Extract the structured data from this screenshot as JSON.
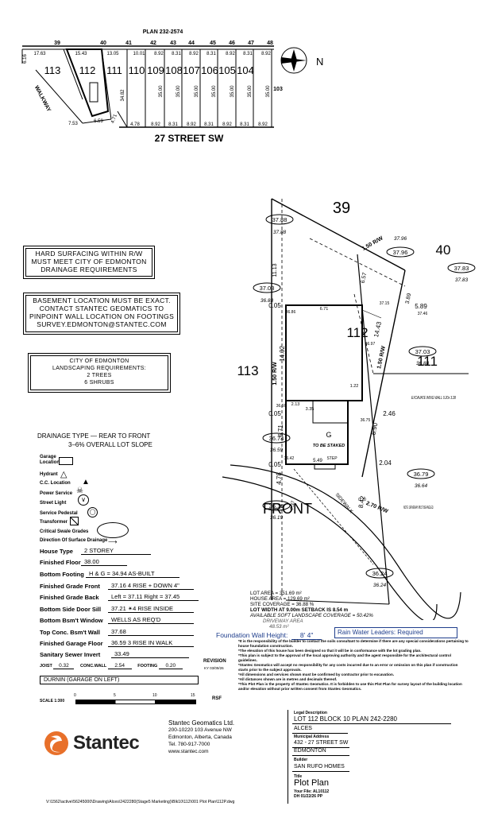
{
  "key_map": {
    "plan": "PLAN 232-2574",
    "top_lots": [
      "39",
      "40",
      "41",
      "42",
      "43",
      "44",
      "45",
      "46",
      "47",
      "48"
    ],
    "top_dims": [
      "17.63",
      "15.43",
      "13.05",
      "10.01",
      "8.92",
      "8.31",
      "8.92",
      "8.31",
      "8.92",
      "8.31",
      "8.92"
    ],
    "lots": [
      "113",
      "112",
      "111",
      "110",
      "109",
      "108",
      "107",
      "106",
      "105",
      "104"
    ],
    "lot_103": "103",
    "side_dims": [
      "6.16",
      "34.82",
      "35.00",
      "35.00",
      "35.00",
      "35.00",
      "35.00",
      "35.00",
      "35.00"
    ],
    "bottom_dims": [
      "7.53",
      "6.59",
      "4.71",
      "4.78",
      "8.92",
      "8.31",
      "8.92",
      "8.31",
      "8.92",
      "8.31",
      "8.92"
    ],
    "walkway": "WALKWAY",
    "street": "27 STREET SW",
    "north": "N"
  },
  "notes": {
    "hard_surfacing": [
      "HARD SURFACING WITHIN R/W",
      "MUST MEET CITY OF EDMONTON",
      "DRAINAGE REQUIREMENTS"
    ],
    "basement": [
      "BASEMENT LOCATION MUST BE EXACT.",
      "CONTACT STANTEC GEOMATICS TO",
      "PINPOINT WALL LOCATION ON FOOTINGS",
      "SURVEY.EDMONTON@STANTEC.COM"
    ],
    "landscaping": [
      "CITY OF EDMONTON",
      "LANDSCAPING REQUIREMENTS:",
      "2 TREES",
      "6 SHRUBS"
    ]
  },
  "drainage": {
    "title": "DRAINAGE TYPE — REAR TO FRONT",
    "subtitle": "3–6% OVERALL LOT SLOPE"
  },
  "legend": [
    "Garage Location",
    "Hydrant",
    "C.C. Location",
    "Power Service",
    "Street Light",
    "Service Pedestal",
    "Transformer",
    "Critical Swale Grades",
    "Direction Of Surface Drainage"
  ],
  "house_data": [
    {
      "k": "House Type",
      "v": "2 STOREY"
    },
    {
      "k": "Finished Floor",
      "v": "38.00"
    },
    {
      "k": "Bottom Footing",
      "v": "H & G = 34.94  AS-BUILT"
    },
    {
      "k": "Finished Grade Front",
      "v": "37.16   4 RISE + DOWN 4\""
    },
    {
      "k": "Finished Grade Back",
      "v": "Left = 37.11  Right = 37.45"
    },
    {
      "k": "Bottom  Side  Door Sill",
      "v": "37.21 ✴4 RISE INSIDE"
    },
    {
      "k": "Bottom Bsm't Window",
      "v": "WELLS AS REQ'D"
    },
    {
      "k": "Top Conc. Bsm't Wall",
      "v": "37.68"
    },
    {
      "k": "Finished   Garage Floor",
      "v": "36.59   3 RISE IN WALK"
    },
    {
      "k": "Sanitary Sewer Invert",
      "v": "33.49"
    }
  ],
  "joist": {
    "joist_label": "JOIST",
    "joist": "0.32",
    "wall_label": "CONC.WALL",
    "wall": "2.54",
    "footing_label": "FOOTING",
    "footing": "0.20"
  },
  "garage_note": "DURNIN (GARAGE ON LEFT)",
  "scale": {
    "label": "SCALE  1:300",
    "ticks": [
      "0",
      "5",
      "10",
      "15"
    ]
  },
  "revision": {
    "label": "REVISION",
    "value": "KY 03/09/26"
  },
  "rsf": "RSF",
  "foundation": {
    "label": "Foundation Wall Height:",
    "value": "8'  4\""
  },
  "rain_water": "Rain Water Leaders: Required",
  "disclaimers": [
    "*It is the responsibility of the builder to contact the soils consultant to determine if there are any special considerations pertaining to house foundation construction.",
    "*The elevation of this house has been designed so that it will be in conformance with the lot grading plan.",
    "*This plan is subject to the approval of the local approving authority and the agent responsible for the architectural control guidelines.",
    "*Stantec Geomatics will accept no responsibility for any costs incurred due to an error or omission on this plan if construction starts prior to the subject approvals.",
    "*All dimensions and services shown must be confirmed by contractor prior to excavation.",
    "*All distances shown are in metres and decimals thereof.",
    "*This Plot Plan is the property of Stantec Geomatics. It is forbidden to use this Plot Plan for survey layout of the building location and/or elevation without prior written consent from Stantec Geomatics."
  ],
  "company": {
    "name": "Stantec Geomatics Ltd.",
    "addr1": "200-10220 103 Avenue NW",
    "addr2": "Edmonton, Alberta, Canada",
    "tel": "Tel.   780-917-7000",
    "web": "www.stantec.com",
    "logo": "Stantec"
  },
  "title_block": {
    "legal_label": "Legal Description",
    "legal": "LOT  112   BLOCK 10   PLAN  242-2280",
    "community": "ALCES",
    "municipal_label": "Municipal Address",
    "address1": "432 - 27 STREET SW",
    "address2": "EDMONTON",
    "builder_label": "Builder",
    "builder": "SAN RUFO HOMES",
    "title_label": "Title",
    "title": "Plot Plan",
    "file_no": "Your File:   AL10112",
    "date": "DH 01/22/26  PP"
  },
  "file_path": "V:\\1562\\active\\56245000\\Drawing\\Alces\\2422280(Stage5 Marketing)\\Blk10\\112\\001 Plot Plan\\112P.dwg",
  "plot": {
    "lots": {
      "rear": "39",
      "rear_right": "40",
      "subject": "112",
      "left": "113",
      "right": "111"
    },
    "front": "FRONT",
    "sidewalk": "SIDEWALK",
    "rw_rear": "1.50 R/W",
    "rw_left": "1.50 R/W",
    "rw_right": "1.50 R/W",
    "rw_front": "2.70 R/W",
    "garage": "G",
    "to_be_staked": "TO BE STAKED",
    "step": "STEP",
    "excavate": "EXCAVATE WING WALL 0.20x 3.28",
    "driveway_note": "NOTE: DRIVEWAY MUST BE ANGLED.",
    "elevs_big": [
      "37.88",
      "37.96",
      "37.83",
      "37.03",
      "37.03",
      "36.74",
      "36.79",
      "36.19",
      "36.24"
    ],
    "elevs_sub": [
      "37.88",
      "37.96",
      "37.83",
      "36.88",
      "36.88",
      "36.59",
      "36.64",
      "36.19",
      "36.24"
    ],
    "dims": [
      "11.13",
      "6.57",
      "3.89",
      "5.89",
      "14.02",
      "14.43",
      "6.71",
      "6.71",
      "6.90",
      "4.78",
      "8.42",
      "7.37",
      "0.05",
      "0.05",
      "0.05",
      "2.46",
      "2.04",
      "0.20",
      "5.49",
      "2.13",
      "3.35",
      "1.22",
      "37.15",
      "37.46",
      "36.97",
      "36.86",
      "36.66",
      "36.42",
      "36.75"
    ],
    "stats": {
      "lot_area": "LOT AREA = 351.69  m²",
      "house_area": "HOUSE AREA = 129.69  m²",
      "coverage": "SITE COVERAGE = 36.88 %",
      "width": "LOT WIDTH AT 9.00m SETBACK IS 8.54 m",
      "landscape": "AVAILABLE SOFT LANDSCAPE COVERAGE = 50.42%",
      "driveway": "DRIVEWAY AREA",
      "driveway_val": "48.53 m²"
    }
  }
}
